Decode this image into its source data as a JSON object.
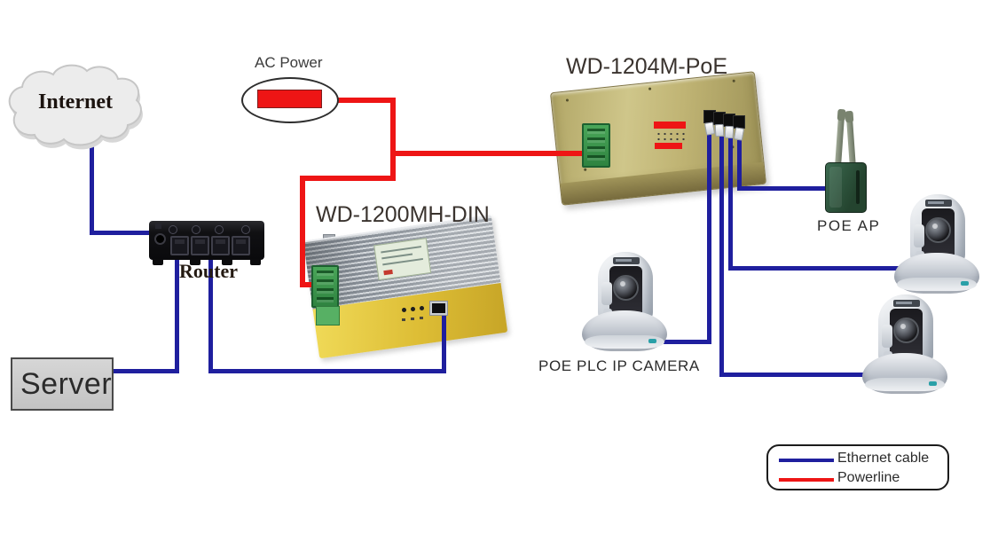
{
  "colors": {
    "ethernet_cable": "#1f1f9e",
    "powerline": "#ee1515"
  },
  "nodes": {
    "internet": {
      "label": "Internet"
    },
    "router": {
      "label": "Router"
    },
    "server": {
      "label": "Server"
    },
    "ac_power": {
      "label": "AC Power"
    },
    "powerline_adapter": {
      "label": "WD-1200MH-DIN"
    },
    "poe_switch": {
      "label": "WD-1204M-PoE"
    },
    "poe_ap": {
      "label": "POE AP"
    },
    "poe_camera": {
      "label": "POE PLC IP CAMERA"
    }
  },
  "legend": {
    "items": [
      {
        "label": "Ethernet cable",
        "color": "#1f1f9e"
      },
      {
        "label": "Powerline",
        "color": "#ee1515"
      }
    ]
  }
}
